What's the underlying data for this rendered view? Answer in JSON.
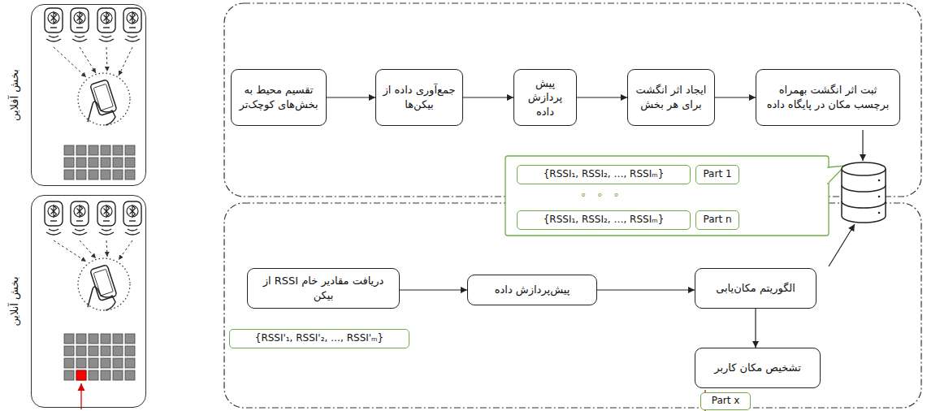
{
  "diagram": {
    "nodes": [
      {
        "text": [
          "بخش آفلاین"
        ]
      },
      {
        "text": [
          "تقسیم محیط به بخش‌های کوچک‌تر"
        ]
      },
      {
        "text": [
          "جمع‌آوری داده از بیکن‌ها"
        ]
      },
      {
        "text": [
          "پیش پردازش داده"
        ]
      },
      {
        "text": [
          "ایجاد اثر انگشت برای هر بخش"
        ]
      },
      {
        "text": [
          "ثبت اثر انگشت بهمراه برچسب مکان در پایگاه داده"
        ]
      },
      {
        "text": [
          "{RSSI₁, RSSI₂, …, RSSIₘ}"
        ]
      },
      {
        "text": [
          "Part 1"
        ]
      },
      {
        "text": [
          "{RSSI₁, RSSI₂, …, RSSIₘ}"
        ]
      },
      {
        "text": [
          "Part n"
        ]
      },
      {
        "text": [
          "بخش آنلاین"
        ]
      },
      {
        "text": [
          "دریافت مقادیر خام RSSI از بیکن"
        ]
      },
      {
        "text": [
          "پیش‌پردازش داده"
        ]
      },
      {
        "text": [
          "الگوریتم مکان‌یابی"
        ]
      },
      {
        "text": [
          "تشخیص مکان کاربر"
        ]
      },
      {
        "text": [
          "{RSSI'₁, RSSI'₂, …, RSSI'ₘ}"
        ]
      },
      {
        "text": [
          "Part x"
        ]
      }
    ],
    "edges": [
      {
        "from": 1,
        "to": 2,
        "arrow": "to"
      },
      {
        "from": 2,
        "to": 3,
        "arrow": "to"
      },
      {
        "from": 3,
        "to": 4,
        "arrow": "to"
      },
      {
        "from": 4,
        "to": 5,
        "arrow": "to"
      },
      {
        "from": 11,
        "to": 12,
        "arrow": "to"
      },
      {
        "from": 12,
        "to": 13,
        "arrow": "to"
      },
      {
        "from": 13,
        "to": 14,
        "arrow": "to"
      }
    ],
    "labels": [
      "∘ ∘ ∘"
    ]
  }
}
